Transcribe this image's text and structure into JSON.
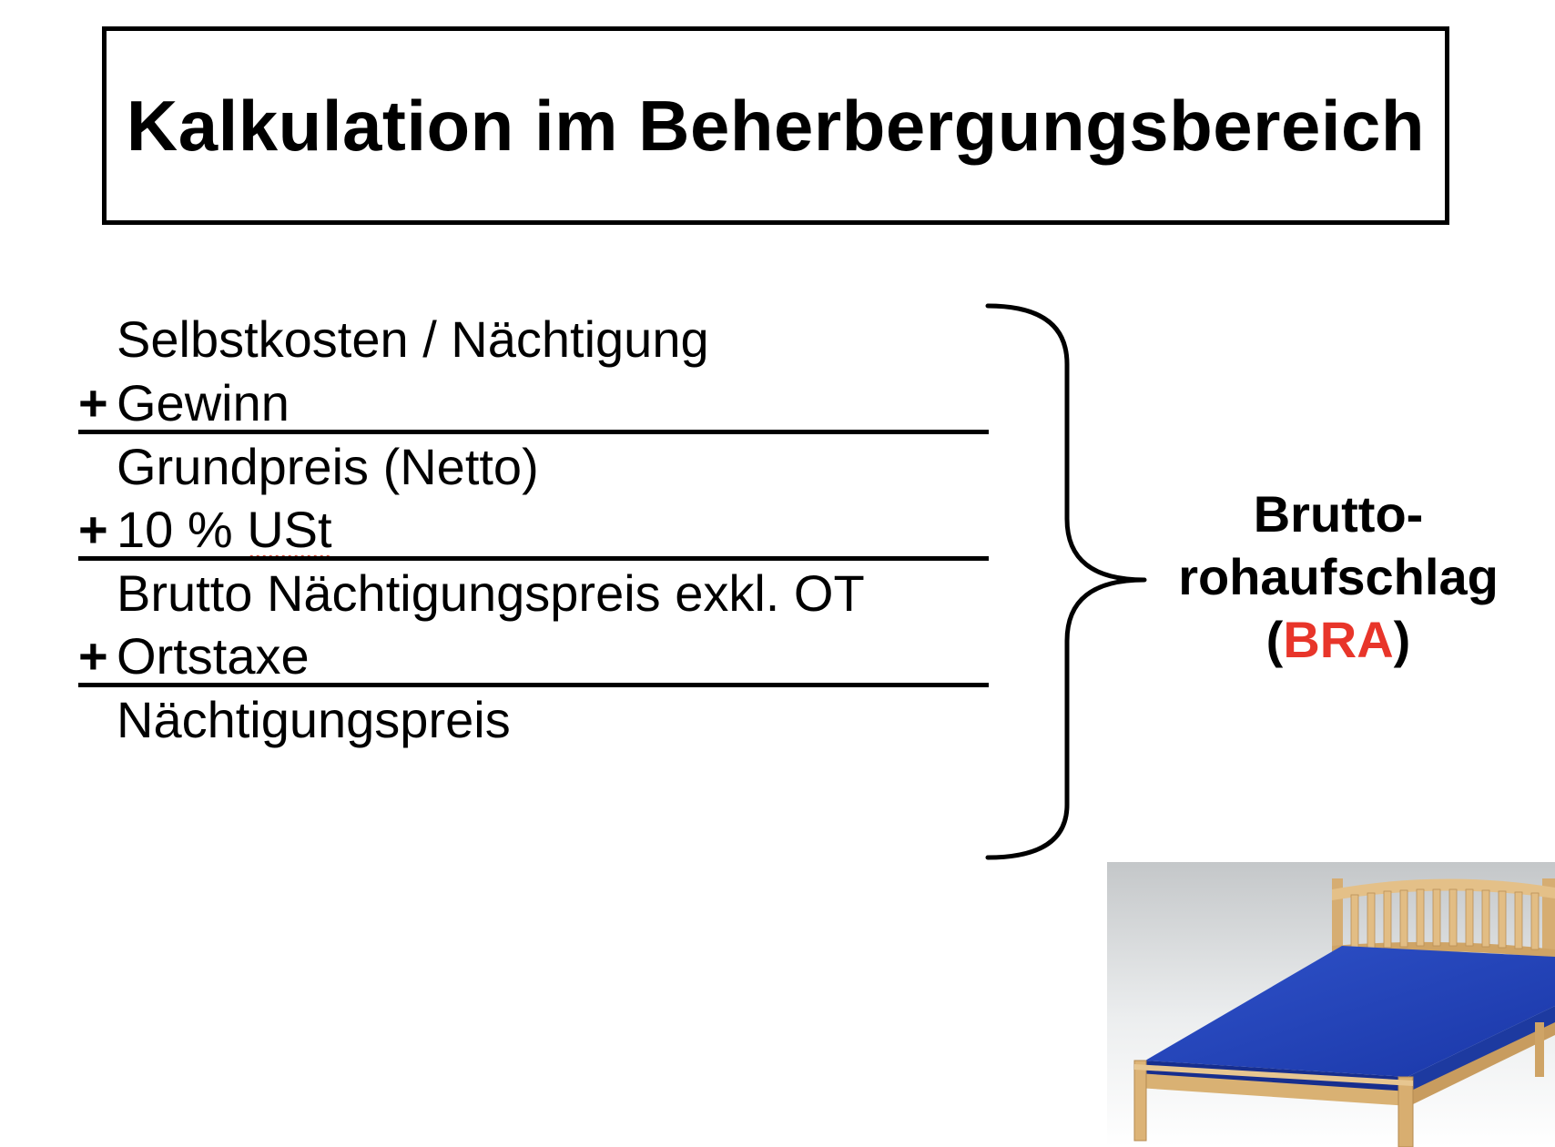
{
  "title": "Kalkulation im Beherbergungsbereich",
  "calculation": {
    "rows": [
      {
        "operator": "",
        "label": "Selbstkosten / Nächtigung"
      },
      {
        "operator": "+",
        "label": "Gewinn"
      },
      {
        "operator": "",
        "label": "Grundpreis (Netto)"
      },
      {
        "operator": "+",
        "label_prefix": "10 % ",
        "label_underlined": "USt"
      },
      {
        "operator": "",
        "label": "Brutto Nächtigungspreis exkl. OT"
      },
      {
        "operator": "+",
        "label": "Ortstaxe"
      },
      {
        "operator": "",
        "label": "Nächtigungspreis"
      }
    ]
  },
  "brace_label": {
    "line1": "Brutto-",
    "line2": "rohaufschlag",
    "paren_open": "(",
    "accent": "BRA",
    "paren_close": ")",
    "accent_color": "#e8352a"
  },
  "image": {
    "icon": "bed-illustration"
  }
}
